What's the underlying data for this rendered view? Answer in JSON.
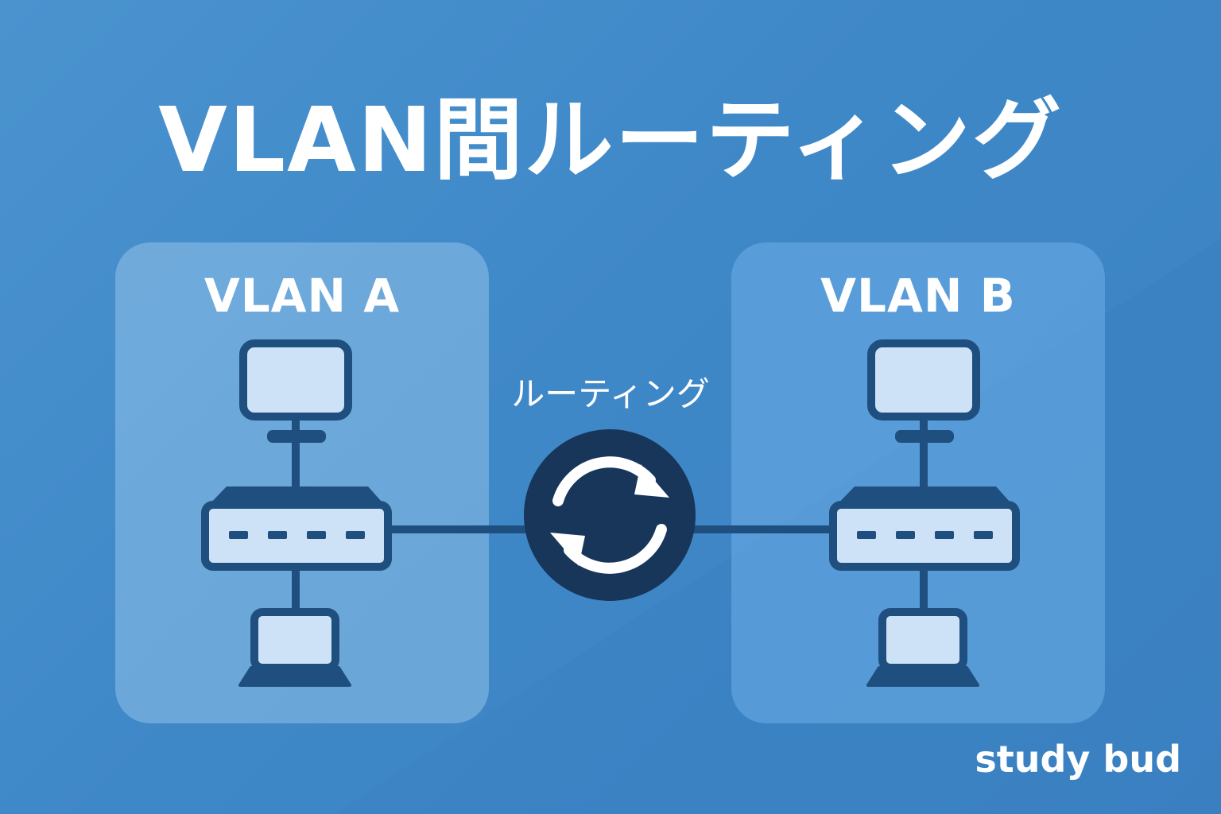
{
  "title": "VLAN間ルーティング",
  "vlan_a": {
    "label": "VLAN A"
  },
  "vlan_b": {
    "label": "VLAN B"
  },
  "router": {
    "label": "ルーティング",
    "icon": "sync-arrows-icon"
  },
  "brand": "study bud",
  "colors": {
    "background": "#4189c8",
    "device_dark": "#1f4f7f",
    "device_light": "#cde2f6",
    "router_fill": "#17365a",
    "text": "#ffffff"
  }
}
